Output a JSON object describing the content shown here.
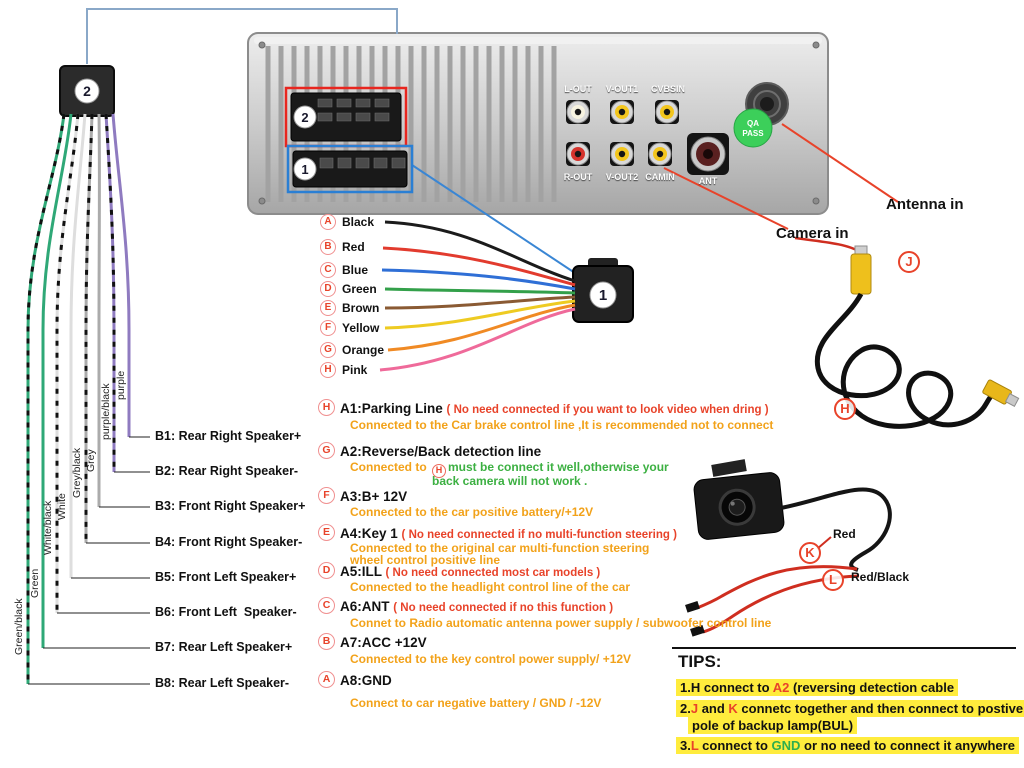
{
  "unit": {
    "slot1_num": "1",
    "slot2_num": "2",
    "rca_top": [
      "L-OUT",
      "V-OUT1",
      "CVBSIN"
    ],
    "rca_bottom": [
      "R-OUT",
      "V-OUT2",
      "CAMIN",
      "ANT"
    ],
    "qa_line1": "QA",
    "qa_line2": "PASS"
  },
  "speaker_block": {
    "connector_num": "2",
    "wire_names": [
      "Green/black",
      "Green",
      "White/black",
      "White",
      "Grey/black",
      "Grey",
      "purple/black",
      "purple"
    ],
    "terminals": [
      "B1: Rear Right Speaker+",
      "B2: Rear Right Speaker-",
      "B3: Front Right Speaker+",
      "B4: Front Right Speaker-",
      "B5: Front Left Speaker+",
      "B6: Front Left  Speaker-",
      "B7: Rear Left Speaker+",
      "B8: Rear Left Speaker-"
    ]
  },
  "harness": {
    "connector_num": "1",
    "wires": [
      {
        "letter": "A",
        "color": "Black"
      },
      {
        "letter": "B",
        "color": "Red"
      },
      {
        "letter": "C",
        "color": "Blue"
      },
      {
        "letter": "D",
        "color": "Green"
      },
      {
        "letter": "E",
        "color": "Brown"
      },
      {
        "letter": "F",
        "color": "Yellow"
      },
      {
        "letter": "G",
        "color": "Orange"
      },
      {
        "letter": "H",
        "color": "Pink"
      }
    ]
  },
  "functions": [
    {
      "letter": "H",
      "title": "A1:Parking Line",
      "note": "( No need connected if you want to look video when dring )",
      "line1": "Connected to the Car brake control line ,It is recommended not to connect"
    },
    {
      "letter": "G",
      "title": "A2:Reverse/Back detection line",
      "note": "",
      "line1_orange": "Connected to ",
      "line1_ref": "H",
      "line1_green": "must be connect it well,otherwise your",
      "line2_green": "back camera will not work ."
    },
    {
      "letter": "F",
      "title": "A3:B+ 12V",
      "note": "",
      "line1": "Connected to the car positive battery/+12V"
    },
    {
      "letter": "E",
      "title": "A4:Key 1",
      "note": "( No need connected if no multi-function steering )",
      "line1": "Connected to the original car multi-function steering",
      "line2": "wheel control positive line"
    },
    {
      "letter": "D",
      "title": "A5:ILL",
      "note": "( No need connected most car models )",
      "line1": "Connected to the headlight control line of the car"
    },
    {
      "letter": "C",
      "title": "A6:ANT",
      "note": "( No need connected if no this function )",
      "line1": "Connet to Radio automatic antenna power supply / subwoofer control line"
    },
    {
      "letter": "B",
      "title": "A7:ACC +12V",
      "note": "",
      "line1": "Connected to the key control power supply/ +12V"
    },
    {
      "letter": "A",
      "title": "A8:GND",
      "note": "",
      "line1": "Connect to car negative battery  / GND / -12V"
    }
  ],
  "right_side": {
    "antenna_in": "Antenna in",
    "camera_in": "Camera in",
    "j": "J",
    "h": "H",
    "k": "K",
    "l": "L",
    "red": "Red",
    "red_black": "Red/Black"
  },
  "tips": {
    "header": "TIPS:",
    "t1_black1": "1.H connect to ",
    "t1_red": "A2",
    "t1_black2": " (reversing detection cable",
    "t2_black1": "2.",
    "t2_red1": "J",
    "t2_black2": " and ",
    "t2_red2": "K",
    "t2_black3": " connetc together and then connect to postive",
    "t2_line2": "pole of backup lamp(BUL)",
    "t3_black1": "3.",
    "t3_red": "L",
    "t3_black2": " connect to ",
    "t3_green": "GND",
    "t3_black3": "  or no need to connect it anywhere"
  },
  "colors": {
    "accent_red": "#e8432a",
    "desc_orange": "#f2a21a",
    "desc_green": "#3cb042",
    "tip_highlight": "#ffec3d",
    "wire_black": "#1b1b1b",
    "wire_red": "#e23b2e",
    "wire_blue": "#2f6fd6",
    "wire_green": "#33a04a",
    "wire_brown": "#8a5a33",
    "wire_yellow": "#eecb22",
    "wire_orange": "#f08a24",
    "wire_pink": "#ef6a9a",
    "spk_green": "#2fa877",
    "spk_white": "#dedede",
    "spk_grey": "#ababab",
    "spk_purple": "#8f7bc0"
  }
}
